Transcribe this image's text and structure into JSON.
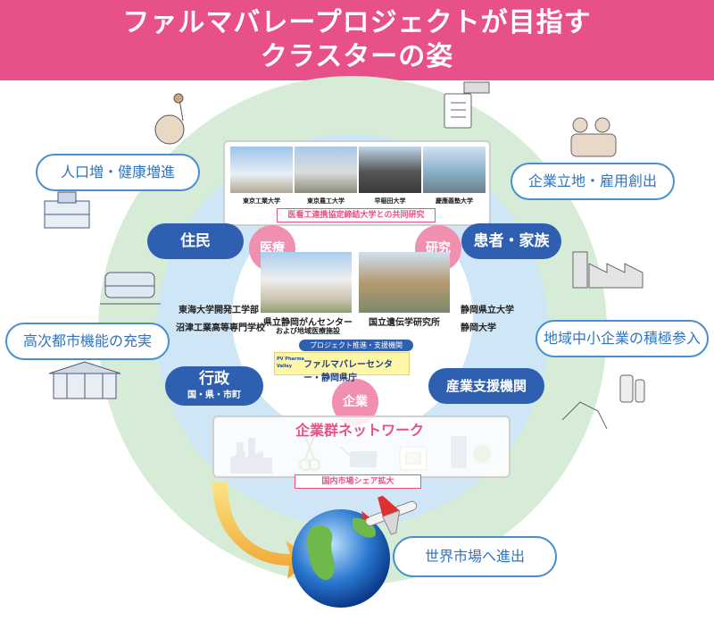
{
  "title": {
    "line1": "ファルマバレープロジェクトが目指す",
    "line2": "クラスターの姿"
  },
  "outer_goals": {
    "population": "人口増・健康増進",
    "corporate": "企業立地・雇用創出",
    "urban": "高次都市機能の充実",
    "local_sme": "地域中小企業の積極参入",
    "world": "世界市場へ進出"
  },
  "nodes": {
    "residents": "住民",
    "patients": "患者・家族",
    "admin": "行政",
    "admin_sub": "国・県・市町",
    "industry_support": "産業支援機関"
  },
  "hubs": {
    "medical": "医療",
    "research": "研究",
    "industry": "企業"
  },
  "top_box": {
    "universities": [
      "東京工業大学",
      "東京農工大学",
      "早稲田大学",
      "慶應義塾大学"
    ],
    "caption": "医看工連携協定締結大学との共同研究"
  },
  "center": {
    "cancer_center": "県立静岡がんセンター",
    "cancer_center_sub": "および地域医療施設",
    "genetics": "国立遺伝学研究所",
    "promotion_label": "プロジェクト推進・支援機関",
    "promotion_body": "ファルマバレーセンター・静岡県庁",
    "logo_text": "PV Pharma Valley"
  },
  "left_schools": [
    "東海大学開発工学部",
    "沼津工業高等専門学校"
  ],
  "right_schools": [
    "静岡県立大学",
    "静岡大学"
  ],
  "network": {
    "title": "企業群ネットワーク",
    "caption": "国内市場シェア拡大"
  },
  "colors": {
    "header": "#e8508a",
    "outer_ring": "#d6ecd6",
    "inner_ring": "#cfe6f6",
    "node": "#2f5fb0",
    "hub": "#f08fb0",
    "oval_border": "#4a8fd0"
  }
}
